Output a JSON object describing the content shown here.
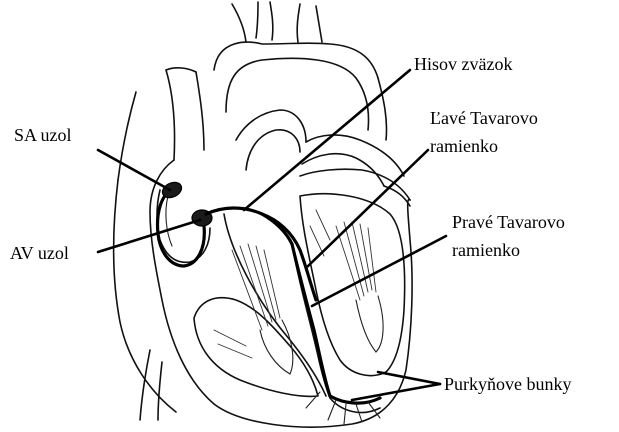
{
  "labels": {
    "sa_node": "SA uzol",
    "av_node": "AV uzol",
    "bundle_of_his": "Hisov zväzok",
    "left_bundle_line1": "Ľavé Tavarovo",
    "left_bundle_line2": "ramienko",
    "right_bundle_line1": "Pravé Tavarovo",
    "right_bundle_line2": "ramienko",
    "purkinje": "Purkyňove bunky"
  },
  "colors": {
    "ink": "#000000",
    "background": "#ffffff"
  }
}
